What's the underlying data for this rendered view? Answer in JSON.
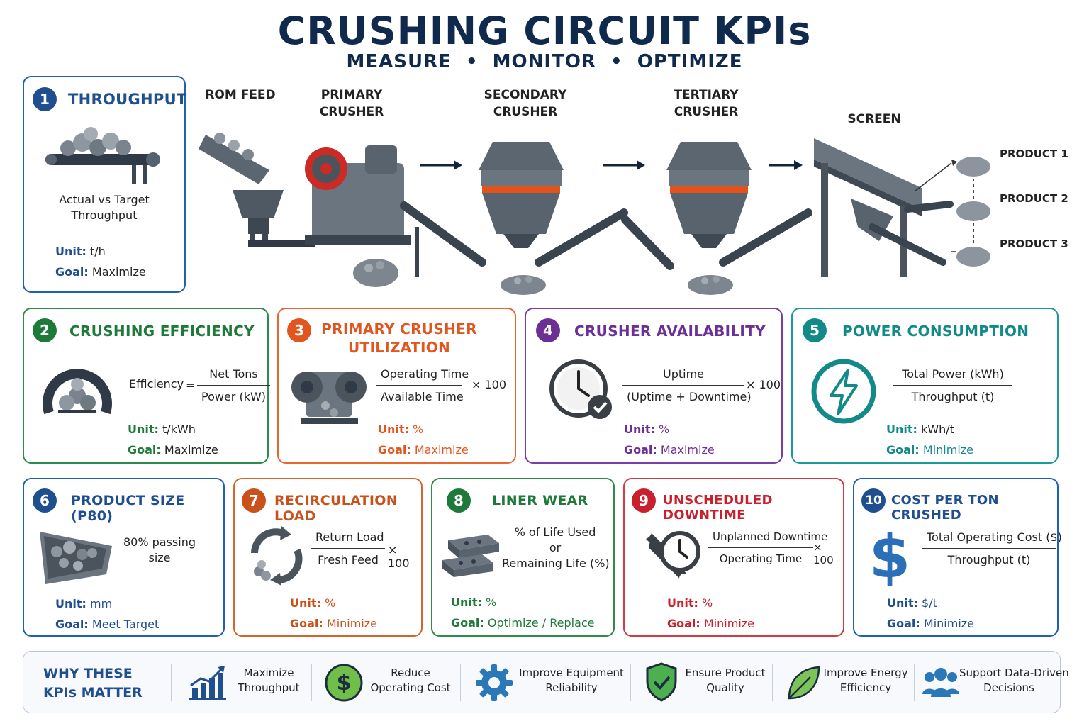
{
  "header": {
    "title": "CRUSHING CIRCUIT KPIs",
    "subtitle": "MEASURE  •  MONITOR  •  OPTIMIZE"
  },
  "flow": {
    "stages": [
      "ROM FEED",
      "PRIMARY\nCRUSHER",
      "SECONDARY\nCRUSHER",
      "TERTIARY\nCRUSHER",
      "SCREEN"
    ],
    "products": [
      "PRODUCT 1",
      "PRODUCT 2",
      "PRODUCT 3"
    ]
  },
  "labels": {
    "unit": "Unit:",
    "goal": "Goal:"
  },
  "kpis": [
    {
      "number": "1",
      "title": "THROUGHPUT",
      "description": "Actual vs Target\nThroughput",
      "unit": "t/h",
      "goal": "Maximize",
      "color": "#1f4f8f",
      "icon": "conveyor-icon"
    },
    {
      "number": "2",
      "title": "CRUSHING EFFICIENCY",
      "lhs": "Efficiency",
      "eq": "=",
      "numerator": "Net Tons",
      "denominator": "Power (kW)",
      "unit": "t/kWh",
      "goal": "Maximize",
      "color": "#1e7a3a",
      "icon": "efficiency-gauge-icon"
    },
    {
      "number": "3",
      "title": "PRIMARY CRUSHER\nUTILIZATION",
      "numerator": "Operating Time",
      "denominator": "Available Time",
      "multiplier": "× 100",
      "unit": "%",
      "goal": "Maximize",
      "color": "#e0561e",
      "icon": "jaw-crusher-icon"
    },
    {
      "number": "4",
      "title": "CRUSHER AVAILABILITY",
      "numerator": "Uptime",
      "denominator": "(Uptime + Downtime)",
      "multiplier": "× 100",
      "unit": "%",
      "goal": "Maximize",
      "color": "#6b2f95",
      "icon": "clock-check-icon"
    },
    {
      "number": "5",
      "title": "POWER CONSUMPTION",
      "numerator": "Total Power (kWh)",
      "denominator": "Throughput (t)",
      "unit": "kWh/t",
      "goal": "Minimize",
      "color": "#138a8a",
      "icon": "lightning-icon"
    },
    {
      "number": "6",
      "title": "PRODUCT SIZE (P80)",
      "description": "80% passing\nsize",
      "unit": "mm",
      "goal": "Meet Target",
      "color": "#1f4f8f",
      "icon": "screen-tray-icon"
    },
    {
      "number": "7",
      "title": "RECIRCULATION LOAD",
      "numerator": "Return Load",
      "denominator": "Fresh Feed",
      "multiplier": "× 100",
      "unit": "%",
      "goal": "Minimize",
      "color": "#c9521c",
      "icon": "recycle-icon"
    },
    {
      "number": "8",
      "title": "LINER WEAR",
      "description": "% of Life Used\nor\nRemaining Life (%)",
      "unit": "%",
      "goal": "Optimize / Replace",
      "color": "#1e7a3a",
      "icon": "liner-plate-icon"
    },
    {
      "number": "9",
      "title": "UNSCHEDULED DOWNTIME",
      "numerator": "Unplanned Downtime",
      "denominator": "Operating Time",
      "multiplier": "× 100",
      "unit": "%",
      "goal": "Minimize",
      "color": "#c8202c",
      "icon": "wrench-clock-icon"
    },
    {
      "number": "10",
      "title": "COST PER TON CRUSHED",
      "numerator": "Total Operating Cost ($)",
      "denominator": "Throughput (t)",
      "unit": "$/t",
      "goal": "Minimize",
      "color": "#1f4f8f",
      "icon": "dollar-icon"
    }
  ],
  "why": {
    "title": "WHY THESE\nKPIs MATTER",
    "items": [
      {
        "label": "Maximize\nThroughput",
        "icon": "bar-chart-up-icon"
      },
      {
        "label": "Reduce\nOperating Cost",
        "icon": "dollar-coin-icon"
      },
      {
        "label": "Improve Equipment\nReliability",
        "icon": "gear-icon"
      },
      {
        "label": "Ensure Product\nQuality",
        "icon": "shield-check-icon"
      },
      {
        "label": "Improve Energy\nEfficiency",
        "icon": "leaf-icon"
      },
      {
        "label": "Support Data-Driven\nDecisions",
        "icon": "people-icon"
      }
    ]
  }
}
